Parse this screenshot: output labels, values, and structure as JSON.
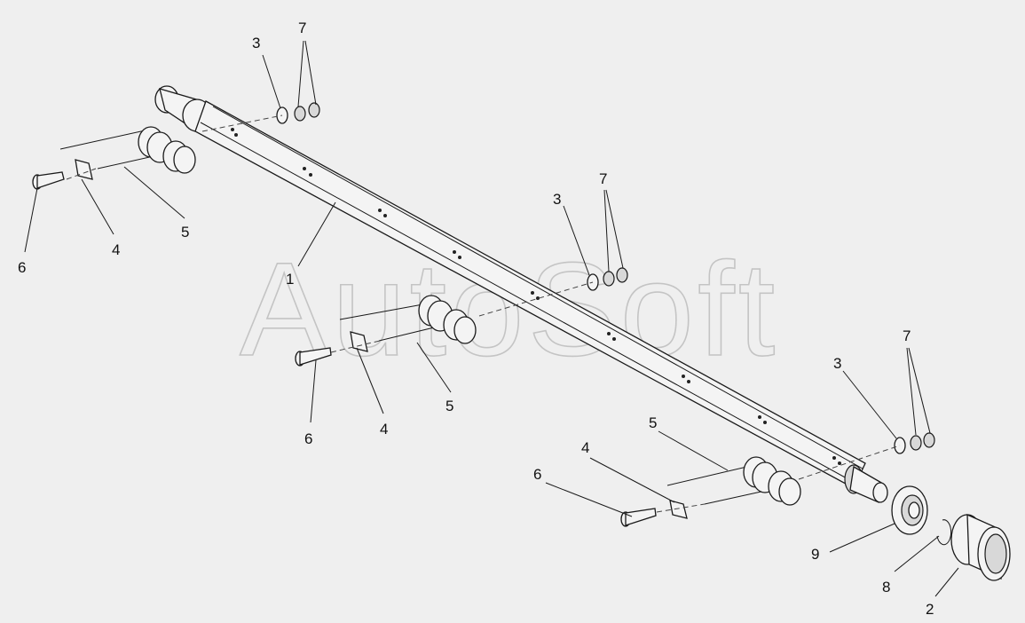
{
  "watermark": "AutoSoft",
  "callouts": {
    "c1": "1",
    "c2": "2",
    "c3a": "3",
    "c3b": "3",
    "c3c": "3",
    "c4a": "4",
    "c4b": "4",
    "c4c": "4",
    "c5a": "5",
    "c5b": "5",
    "c5c": "5",
    "c6a": "6",
    "c6b": "6",
    "c6c": "6",
    "c7a": "7",
    "c7b": "7",
    "c7c": "7",
    "c8": "8",
    "c9": "9"
  }
}
